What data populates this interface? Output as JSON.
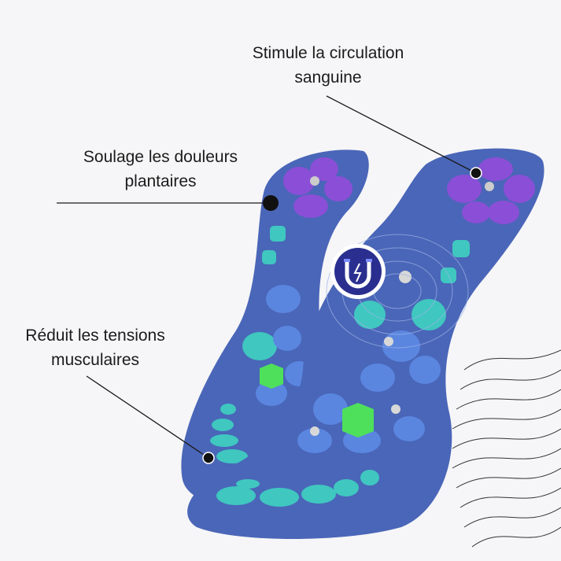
{
  "callouts": [
    {
      "line1": "Stimule la circulation",
      "line2": "sanguine"
    },
    {
      "line1": "Soulage les douleurs",
      "line2": "plantaires"
    },
    {
      "line1": "Réduit les tensions",
      "line2": "musculaires"
    }
  ],
  "colors": {
    "insole_blue": "#4a66b8",
    "purple_pad": "#8a4fd6",
    "teal_pad": "#3fc7c0",
    "green_gem": "#4ee05a",
    "magnet_badge": "#2a2f8f"
  },
  "icons": [
    "magnet-icon"
  ]
}
